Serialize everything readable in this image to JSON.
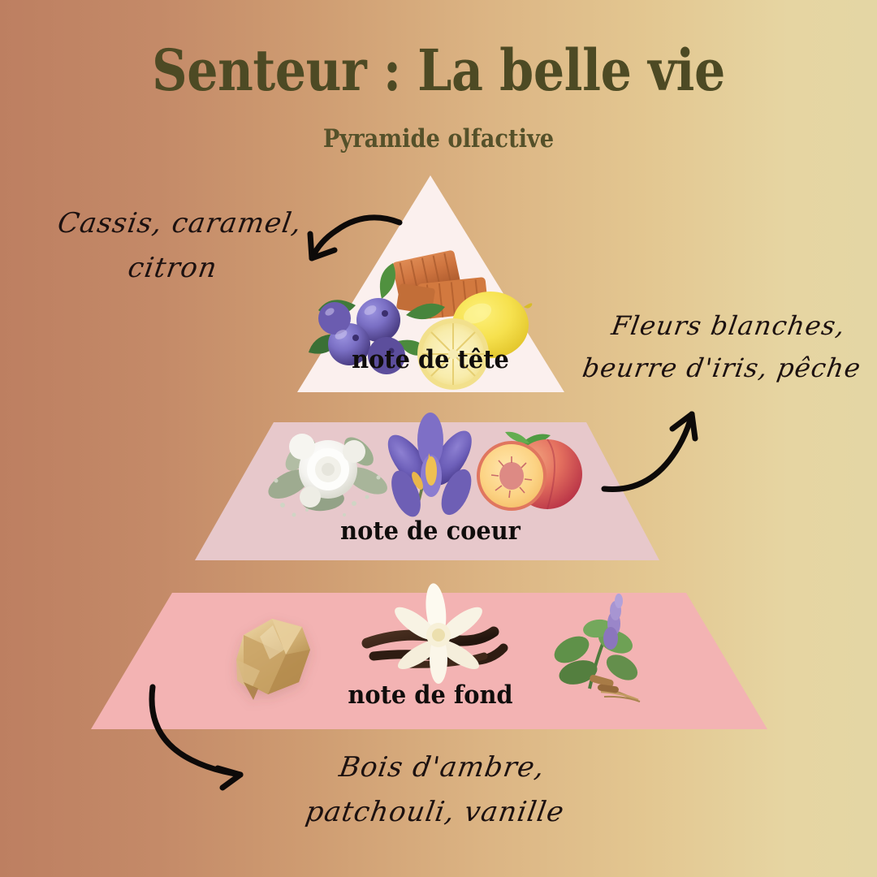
{
  "header": {
    "title": "Senteur : La belle vie",
    "subtitle": "Pyramide olfactive"
  },
  "colors": {
    "background_left": "#bd7f61",
    "background_right": "#e4d6a4",
    "title_text": "#4d4a24",
    "subtitle_text": "#55512a",
    "annotation_text": "#1c1110",
    "tier_label_text": "#100d0c",
    "tier_top_fill": "#fbf0ee",
    "tier_middle_fill": "#e7c8cb",
    "tier_bottom_fill": "#f3b3b3",
    "arrow_stroke": "#0d0a09"
  },
  "pyramid": {
    "tiers": [
      {
        "id": "top",
        "label": "note de tête",
        "fill": "#fbf0ee",
        "ingredients": [
          "caramel",
          "cassis",
          "citron"
        ],
        "icons": [
          "caramel-icon",
          "blackcurrant-icon",
          "lemon-icon"
        ]
      },
      {
        "id": "middle",
        "label": "note de coeur",
        "fill": "#e7c8cb",
        "ingredients": [
          "fleurs blanches",
          "iris",
          "pêche"
        ],
        "icons": [
          "white-rose-icon",
          "iris-icon",
          "peach-icon"
        ]
      },
      {
        "id": "bottom",
        "label": "note de fond",
        "fill": "#f3b3b3",
        "ingredients": [
          "bois d'ambre",
          "vanille",
          "patchouli"
        ],
        "icons": [
          "amber-wood-icon",
          "vanilla-icon",
          "patchouli-icon"
        ]
      }
    ]
  },
  "annotations": {
    "top": {
      "lines": [
        "Cassis, caramel,",
        "citron"
      ],
      "arrow": "curved-arrow-down-right-icon"
    },
    "middle": {
      "lines": [
        "Fleurs blanches,",
        "beurre d'iris, pêche"
      ],
      "arrow": "curved-arrow-up-right-icon"
    },
    "bottom": {
      "lines": [
        "Bois d'ambre,",
        "patchouli, vanille"
      ],
      "arrow": "curved-arrow-down-right-icon"
    }
  }
}
